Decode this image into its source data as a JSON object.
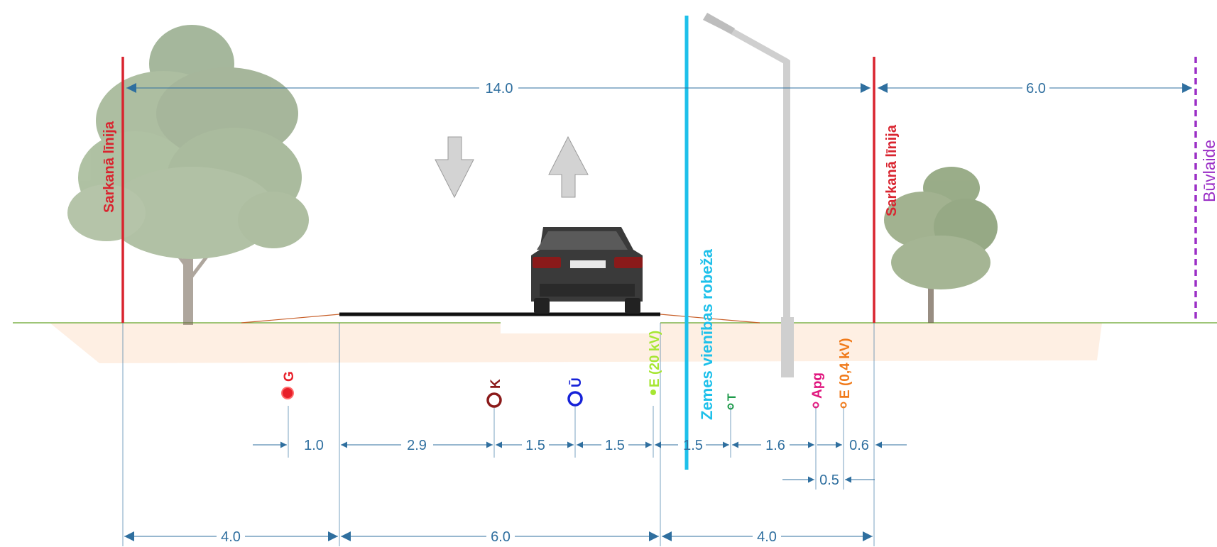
{
  "colors": {
    "dimension": "#2f6f9f",
    "red_line": "#d9242f",
    "boundary": "#1ec0ea",
    "building_line": "#9b2fc6",
    "ground": "#7fb24a",
    "soil": "#fde9d9",
    "road": "#111111",
    "slope": "#c8602a",
    "gas": "#e8202a",
    "sewer": "#8b1a1a",
    "water": "#1622d8",
    "power_20kv": "#a6e633",
    "telecom": "#1e9a4a",
    "lighting": "#e0167e",
    "power_04kv": "#f07a1a",
    "gray_element": "#c8c8c8"
  },
  "lines": {
    "red_left": "Sarkanā līnija",
    "red_right": "Sarkanā līnija",
    "boundary": "Zemes vienības robeža",
    "building": "Būvlaide"
  },
  "utilities": {
    "gas": "G",
    "sewer": "K",
    "water": "Ū",
    "power_20kv": "E (20 kV)",
    "telecom": "T",
    "lighting": "Apg",
    "power_04kv": "E (0,4 kV)"
  },
  "dimensions": {
    "top_width": "14.0",
    "top_setback": "6.0",
    "gas_offset": "1.0",
    "d_2_9": "2.9",
    "d_1_5_a": "1.5",
    "d_1_5_b": "1.5",
    "d_1_5_c": "1.5",
    "d_1_6": "1.6",
    "d_0_6": "0.6",
    "d_0_5": "0.5",
    "bottom_4_0_left": "4.0",
    "bottom_6_0": "6.0",
    "bottom_4_0_right": "4.0"
  },
  "icons": {
    "traffic_down": "arrow-down-icon",
    "traffic_up": "arrow-up-icon",
    "tree_left": "tree-icon",
    "tree_right": "tree-icon",
    "car": "car-icon",
    "street_lamp": "street-lamp-icon"
  }
}
